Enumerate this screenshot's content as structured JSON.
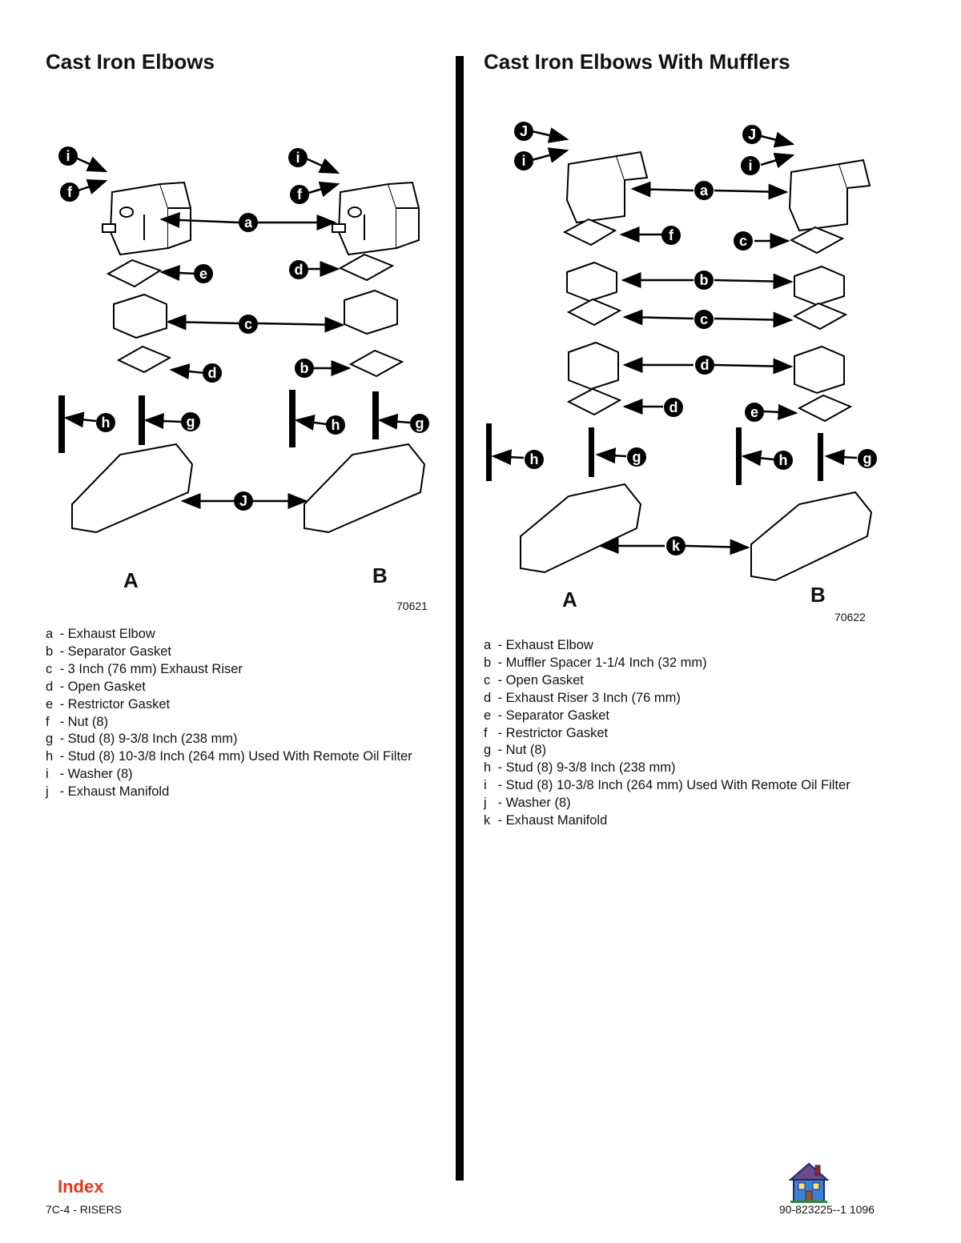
{
  "left": {
    "title": "Cast Iron Elbows",
    "figure_number": "70621",
    "view_a": "A",
    "view_b": "B",
    "callouts": [
      "i",
      "f",
      "i",
      "f",
      "a",
      "e",
      "d",
      "c",
      "d",
      "b",
      "h",
      "g",
      "h",
      "g",
      "J"
    ],
    "legend": [
      {
        "key": "a",
        "text": "- Exhaust Elbow"
      },
      {
        "key": "b",
        "text": "- Separator Gasket"
      },
      {
        "key": "c",
        "text": "- 3 Inch (76 mm) Exhaust Riser"
      },
      {
        "key": "d",
        "text": "- Open Gasket"
      },
      {
        "key": "e",
        "text": "- Restrictor Gasket"
      },
      {
        "key": "f",
        "text": "- Nut (8)"
      },
      {
        "key": "g",
        "text": "- Stud (8) 9-3/8 Inch (238 mm)"
      },
      {
        "key": "h",
        "text": "- Stud (8) 10-3/8 Inch (264 mm) Used With Remote Oil Filter"
      },
      {
        "key": "i",
        "text": "- Washer (8)"
      },
      {
        "key": "j",
        "text": "- Exhaust Manifold"
      }
    ]
  },
  "right": {
    "title": "Cast Iron Elbows With Mufflers",
    "figure_number": "70622",
    "view_a": "A",
    "view_b": "B",
    "callouts": [
      "J",
      "i",
      "J",
      "i",
      "a",
      "f",
      "c",
      "b",
      "c",
      "d",
      "d",
      "e",
      "h",
      "g",
      "h",
      "g",
      "k"
    ],
    "legend": [
      {
        "key": "a",
        "text": "- Exhaust Elbow"
      },
      {
        "key": "b",
        "text": "- Muffler Spacer 1-1/4 Inch (32 mm)"
      },
      {
        "key": "c",
        "text": "- Open Gasket"
      },
      {
        "key": "d",
        "text": "- Exhaust Riser 3 Inch (76 mm)"
      },
      {
        "key": "e",
        "text": "- Separator Gasket"
      },
      {
        "key": "f",
        "text": "- Restrictor Gasket"
      },
      {
        "key": "g",
        "text": "- Nut (8)"
      },
      {
        "key": "h",
        "text": "- Stud (8) 9-3/8 Inch (238 mm)"
      },
      {
        "key": "i",
        "text": "- Stud (8) 10-3/8 Inch (264 mm) Used With Remote Oil Filter"
      },
      {
        "key": "j",
        "text": "- Washer (8)"
      },
      {
        "key": "k",
        "text": "- Exhaust Manifold"
      }
    ]
  },
  "footer": {
    "index_label": "Index",
    "section": "7C-4 - RISERS",
    "doc_number": "90-823225--1  1096",
    "home_icon": "house-icon"
  }
}
